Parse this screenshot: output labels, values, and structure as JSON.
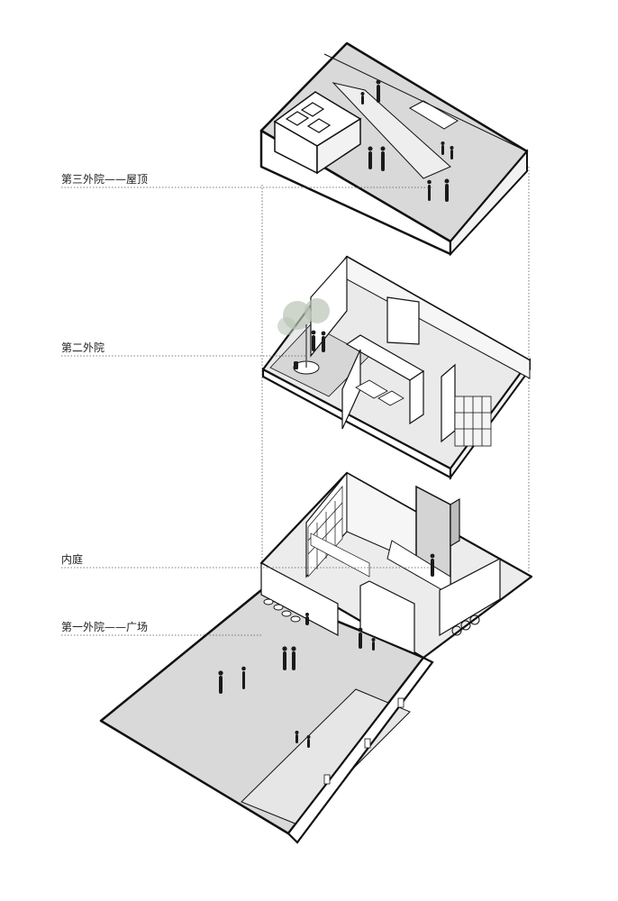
{
  "labels": {
    "roof": "第三外院——屋顶",
    "second": "第二外院",
    "inner": "内庭",
    "first": "第一外院——广场"
  },
  "colors": {
    "line": "#111111",
    "floor": "#d9d9d9",
    "wall": "#ffffff",
    "wall_side": "#f2f2f2",
    "figure": "#1a1a1a",
    "tree": "#b9c4b6",
    "leader": "#555555"
  }
}
